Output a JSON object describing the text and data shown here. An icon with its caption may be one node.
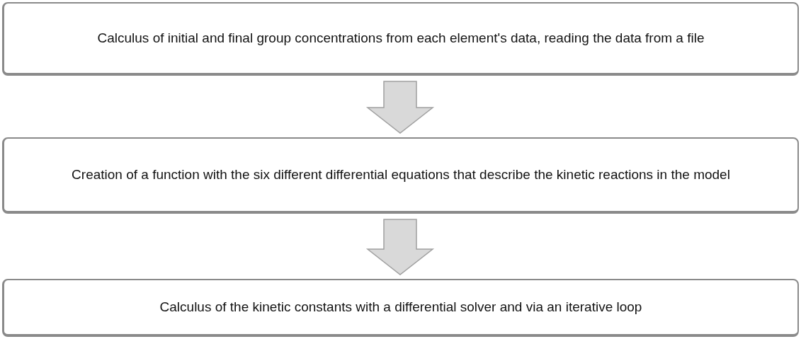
{
  "diagram": {
    "nodes": [
      {
        "text": [
          "Calculus of initial and final group concentrations from each element's data, reading the data from a file"
        ]
      },
      {
        "text": [
          "Creation of a function with the six different differential equations that describe the kinetic reactions in the model"
        ]
      },
      {
        "text": [
          "Calculus of the kinetic constants with a differential solver and via an iterative loop"
        ]
      }
    ],
    "edges": [
      {
        "from": 0,
        "to": 1,
        "arrow": "to"
      },
      {
        "from": 1,
        "to": 2,
        "arrow": "to"
      }
    ]
  }
}
